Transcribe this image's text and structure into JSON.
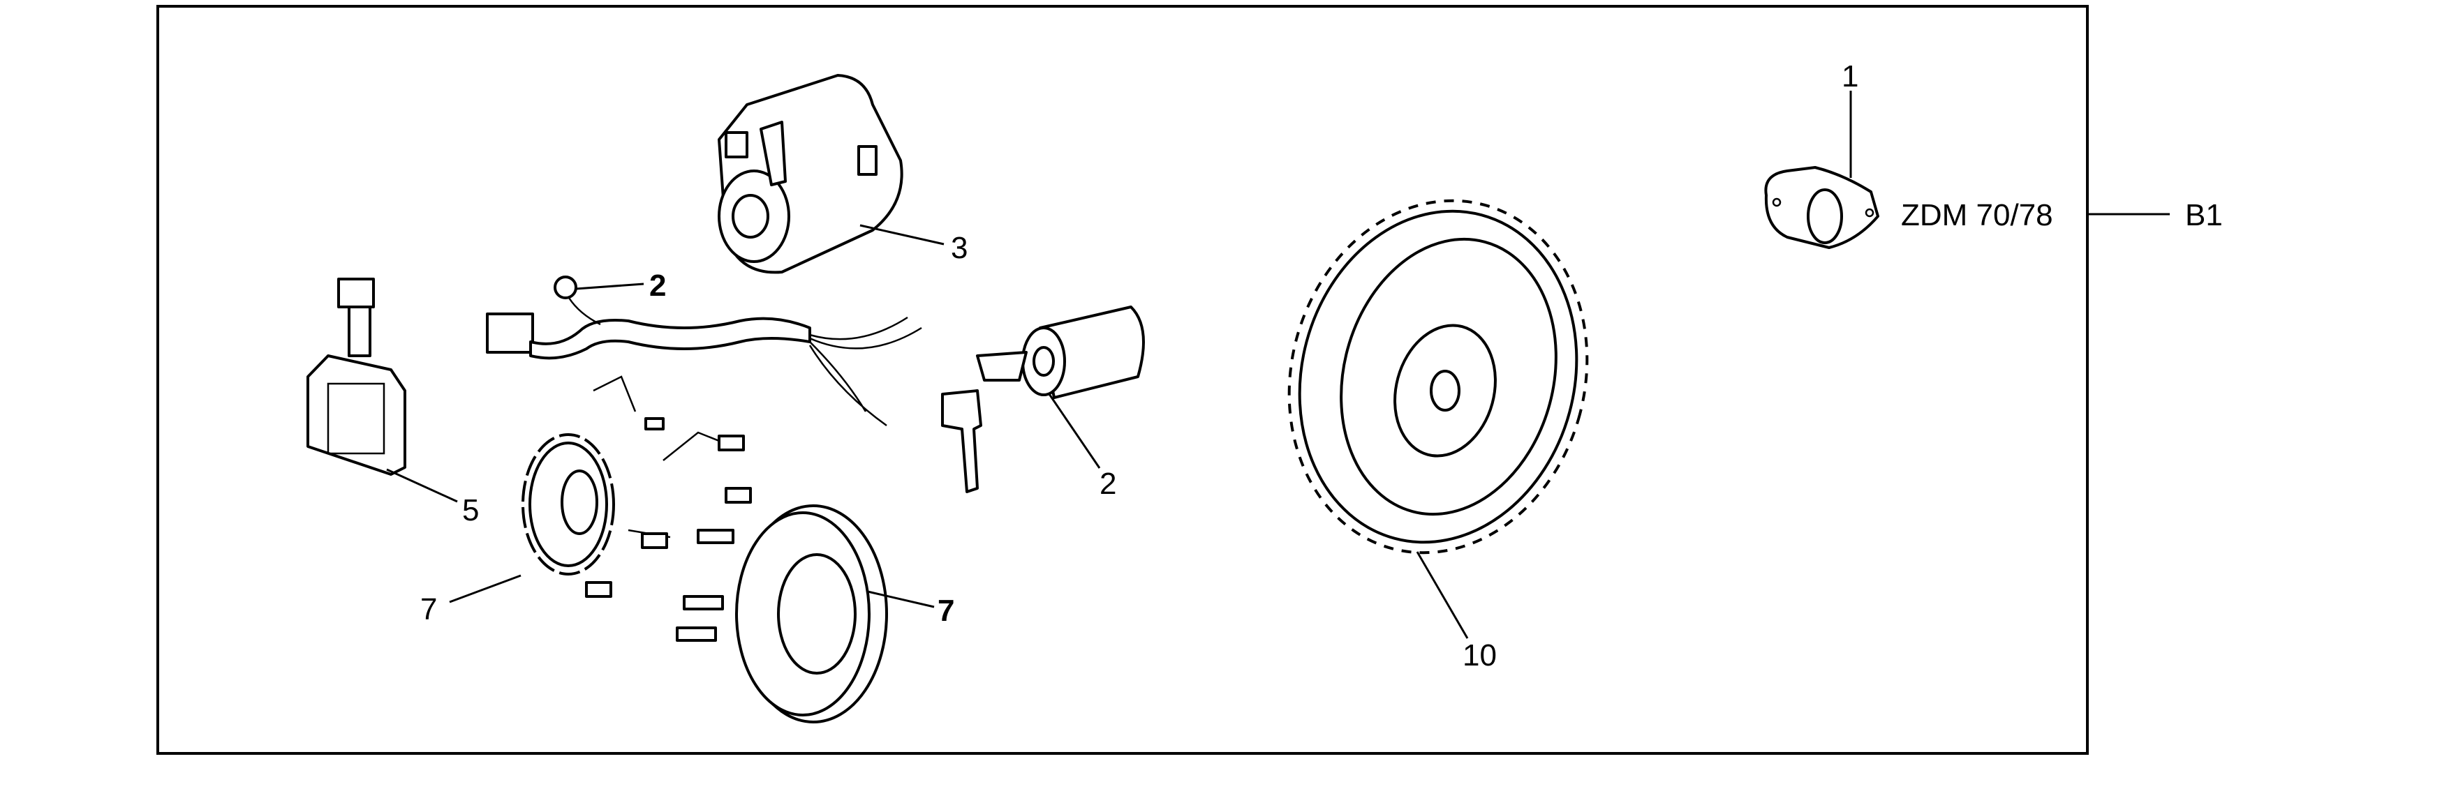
{
  "diagram": {
    "frame_reference": "B1",
    "model_label": "ZDM 70/78",
    "callouts": {
      "flange": "1",
      "wiring_harness": "2",
      "key_switch": "2",
      "starter_motor": "3",
      "voltage_regulator": "5",
      "stator": "7",
      "stator_plate": "7",
      "flywheel": "10"
    }
  }
}
